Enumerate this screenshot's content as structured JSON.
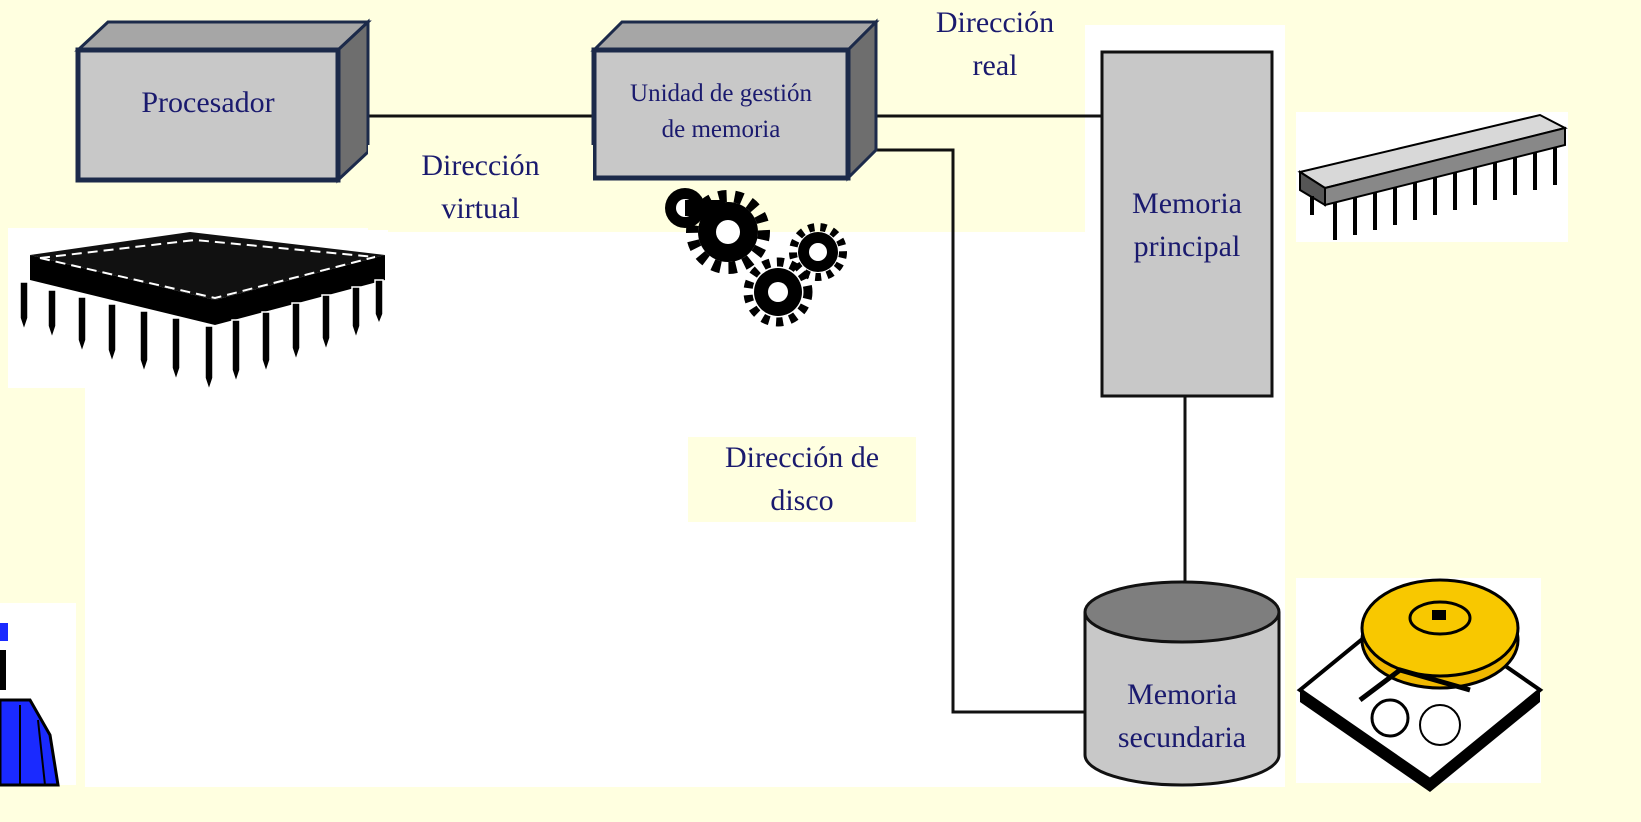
{
  "diagram": {
    "nodes": {
      "processor": {
        "label": "Procesador"
      },
      "mmu": {
        "label": "Unidad de gestión\nde memoria"
      },
      "main_memory": {
        "label": "Memoria\nprincipal"
      },
      "secondary_memory": {
        "label": "Memoria\nsecundaria"
      }
    },
    "edges": {
      "virtual_address": {
        "label": "Dirección\nvirtual"
      },
      "real_address": {
        "label": "Dirección\nreal"
      },
      "disk_address": {
        "label": "Dirección de\ndisco"
      }
    },
    "icons": {
      "cpu": "cpu-chip-icon",
      "gears": "gears-icon",
      "ram": "memory-chip-icon",
      "disk": "hard-disk-icon",
      "person": "person-icon"
    }
  },
  "colors": {
    "background": "#ffffe0",
    "box_face": "#c8c8c8",
    "box_side": "#7a7a7a",
    "box_border": "#1c2a4a",
    "text": "#1a1a6e",
    "disk_platter": "#f0b800"
  }
}
